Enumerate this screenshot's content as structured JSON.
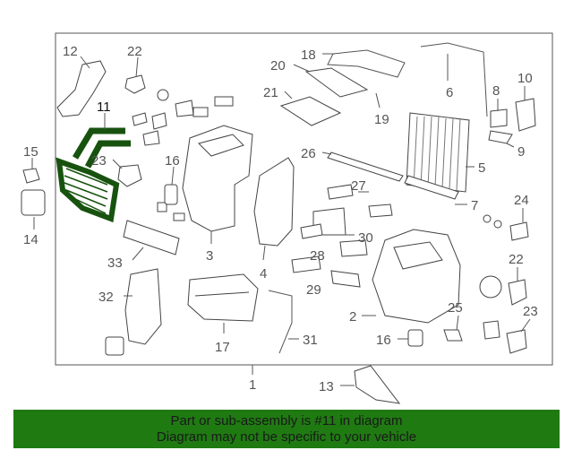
{
  "diagram": {
    "callouts": [
      "12",
      "22",
      "11",
      "15",
      "23",
      "16",
      "3",
      "14",
      "33",
      "32",
      "17",
      "18",
      "20",
      "6",
      "21",
      "19",
      "26",
      "4",
      "27",
      "30",
      "28",
      "29",
      "31",
      "1",
      "13",
      "10",
      "8",
      "9",
      "5",
      "7",
      "24",
      "22",
      "2",
      "25",
      "16",
      "23"
    ],
    "highlighted_part": "11",
    "highlight_color": "#1f7a12"
  },
  "banner": {
    "line1": "Part or sub-assembly is #11 in diagram",
    "line2": "Diagram may not be specific to your vehicle",
    "background": "#1f7a12"
  }
}
